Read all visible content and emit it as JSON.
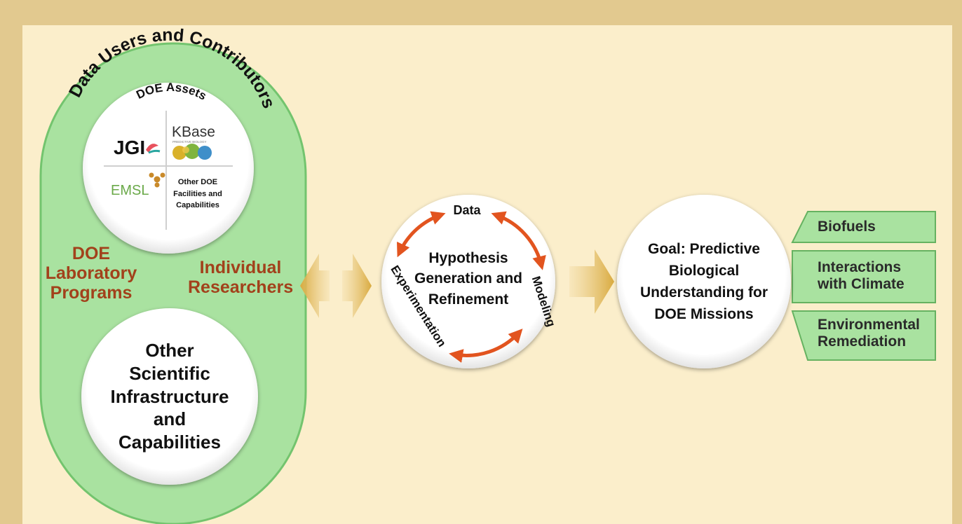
{
  "outer_ring_title": "Data Users and Contributors",
  "assets": {
    "title": "DOE Assets",
    "jgi": "JGI",
    "kbase": "KBase",
    "kbase_tagline": "PREDICTIVE BIOLOGY",
    "emsl": "EMSL",
    "other_doe": [
      "Other DOE",
      "Facilities and",
      "Capabilities"
    ]
  },
  "doe_lab_programs": [
    "DOE",
    "Laboratory",
    "Programs"
  ],
  "individual_researchers": [
    "Individual",
    "Researchers"
  ],
  "other_infrastructure": [
    "Other",
    "Scientific",
    "Infrastructure",
    "and",
    "Capabilities"
  ],
  "cycle": {
    "center": [
      "Hypothesis",
      "Generation and",
      "Refinement"
    ],
    "data": "Data",
    "modeling": "Modeling",
    "experimentation": "Experimentation"
  },
  "goal": [
    "Goal: Predictive",
    "Biological",
    "Understanding for",
    "DOE Missions"
  ],
  "missions": [
    [
      "Biofuels"
    ],
    [
      "Interactions",
      "with Climate"
    ],
    [
      "Environmental",
      "Remediation"
    ]
  ],
  "colors": {
    "background": "#e2c98f",
    "panel": "#fbeecb",
    "green": "#a9e2a0",
    "green_border": "#6fc06a",
    "brown_text": "#a2411b",
    "arrow_orange": "#e2541f",
    "gold_arrow": "#d2a23c"
  }
}
